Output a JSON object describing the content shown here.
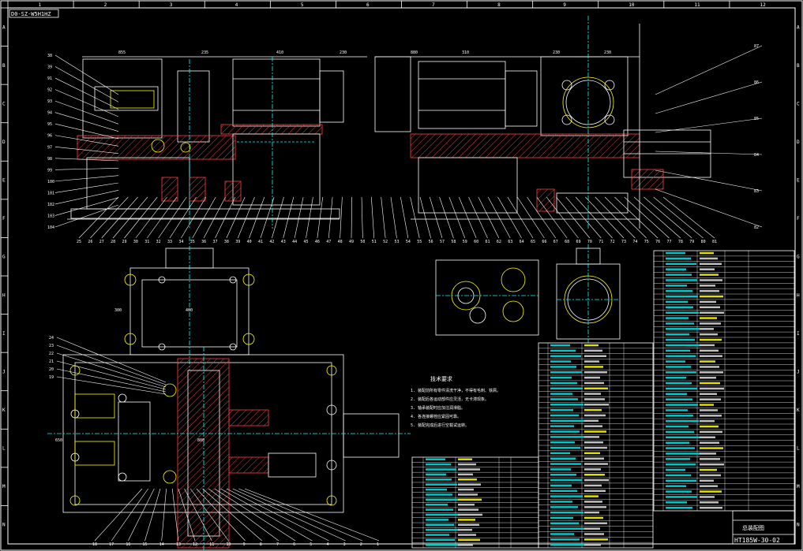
{
  "sheet": {
    "stamp": "D0-SZ-W5H1HZ",
    "col_labels": [
      "1",
      "2",
      "3",
      "4",
      "5",
      "6",
      "7",
      "8",
      "9",
      "10",
      "11",
      "12"
    ],
    "row_labels": [
      "A",
      "B",
      "C",
      "D",
      "E",
      "F",
      "G",
      "H",
      "I",
      "J",
      "K",
      "L",
      "M",
      "N"
    ],
    "drawing_no": "HT185W-30-02",
    "title_block_text": "总装配图"
  },
  "tech_requirements": {
    "title": "技术要求",
    "lines": [
      "1. 装配前所有零件清洗干净，不得有毛刺、铁屑。",
      "2. 装配后各运动部件应灵活，无卡滞现象。",
      "3. 轴承装配时应加注润滑脂。",
      "4. 各连接螺栓应紧固可靠。",
      "5. 装配完成后进行空载试运转。"
    ]
  },
  "callouts": {
    "top_left_col": [
      "38",
      "39",
      "91",
      "92",
      "93",
      "94",
      "95",
      "96",
      "97",
      "98",
      "99",
      "100",
      "101",
      "102",
      "103",
      "104"
    ],
    "top_bottom_row": [
      "25",
      "26",
      "27",
      "28",
      "29",
      "30",
      "31",
      "32",
      "33",
      "34",
      "35",
      "36",
      "37",
      "38",
      "39",
      "40",
      "41",
      "42",
      "43",
      "44",
      "45",
      "46",
      "47",
      "48",
      "49",
      "50",
      "51",
      "52",
      "53",
      "54",
      "55",
      "56",
      "57",
      "58",
      "59",
      "60",
      "61",
      "62",
      "63",
      "64",
      "65",
      "66",
      "67",
      "68",
      "69",
      "70",
      "71",
      "72",
      "73",
      "74",
      "75",
      "76",
      "77",
      "78",
      "79",
      "80",
      "81"
    ],
    "right_col": [
      "87",
      "86",
      "85",
      "84",
      "83",
      "82"
    ],
    "left_mid_col": [
      "24",
      "23",
      "22",
      "21",
      "20",
      "19"
    ],
    "bottom_row": [
      "18",
      "17",
      "16",
      "15",
      "14",
      "13",
      "12",
      "11",
      "10",
      "9",
      "8",
      "7",
      "6",
      "5",
      "4",
      "3",
      "2",
      "1"
    ]
  },
  "dimensions": {
    "top_left": [
      "855",
      "235",
      "410",
      "230"
    ],
    "top_right": [
      "880",
      "310",
      "230",
      "230"
    ],
    "mid_left": [
      "300",
      "400"
    ],
    "plan": [
      "650",
      "800"
    ]
  }
}
